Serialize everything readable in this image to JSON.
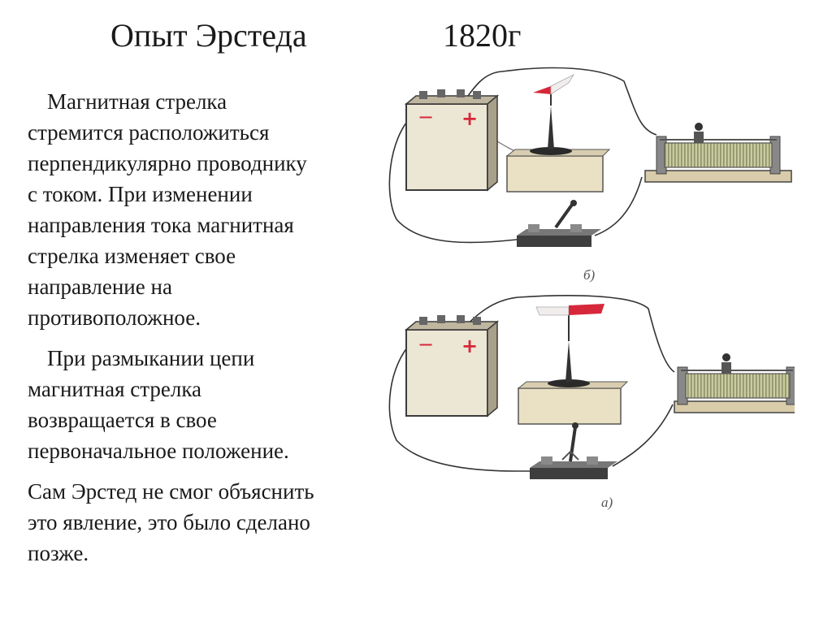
{
  "slide": {
    "title": "Опыт Эрстеда",
    "year": "1820г",
    "paragraphs": [
      {
        "lines": [
          "Магнитная стрелка",
          "стремится расположиться",
          "перпендикулярно проводнику",
          "с током. При изменении",
          "направления тока магнитная",
          "стрелка изменяет свое",
          "направление на",
          "противоположное."
        ]
      },
      {
        "lines": [
          "При размыкании цепи",
          "магнитная стрелка",
          "возвращается в свое",
          "первоначальное положение."
        ]
      },
      {
        "lines": [
          "Сам Эрстед не смог объяснить",
          "это явление, это было сделано",
          "позже."
        ]
      }
    ]
  },
  "figure": {
    "top_caption": "б)",
    "bottom_caption": "а)",
    "battery_minus": "−",
    "battery_plus": "+",
    "needle_north_color": "#d6283a",
    "needle_south_color": "#f1eded",
    "battery_color": "#ece6d4",
    "block_color": "#eae0c4",
    "coil_color": "#c3c598"
  }
}
